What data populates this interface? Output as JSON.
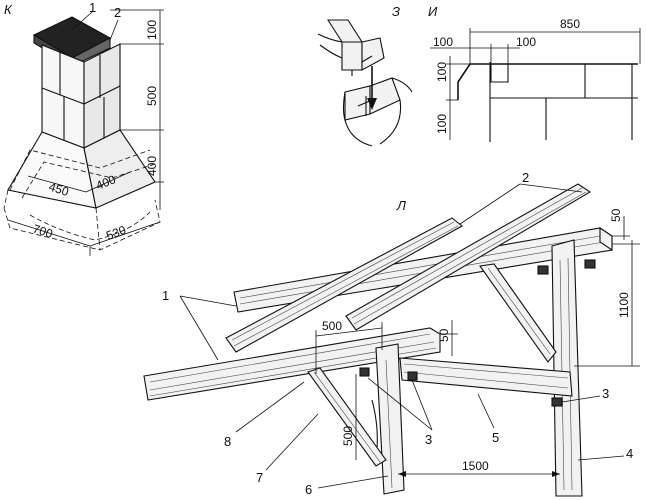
{
  "figure_k": {
    "label": "К",
    "callouts": [
      "1",
      "2"
    ],
    "dims": [
      "100",
      "500",
      "400",
      "450",
      "400",
      "700",
      "530"
    ]
  },
  "figure_z": {
    "label": "З"
  },
  "figure_i": {
    "label": "И",
    "dims": [
      "850",
      "100",
      "100",
      "100",
      "100"
    ]
  },
  "figure_l": {
    "label": "Л",
    "callouts": [
      "1",
      "2",
      "3",
      "3",
      "4",
      "5",
      "6",
      "7",
      "8"
    ],
    "dims": [
      "50",
      "1100",
      "500",
      "50",
      "500",
      "1500"
    ]
  }
}
